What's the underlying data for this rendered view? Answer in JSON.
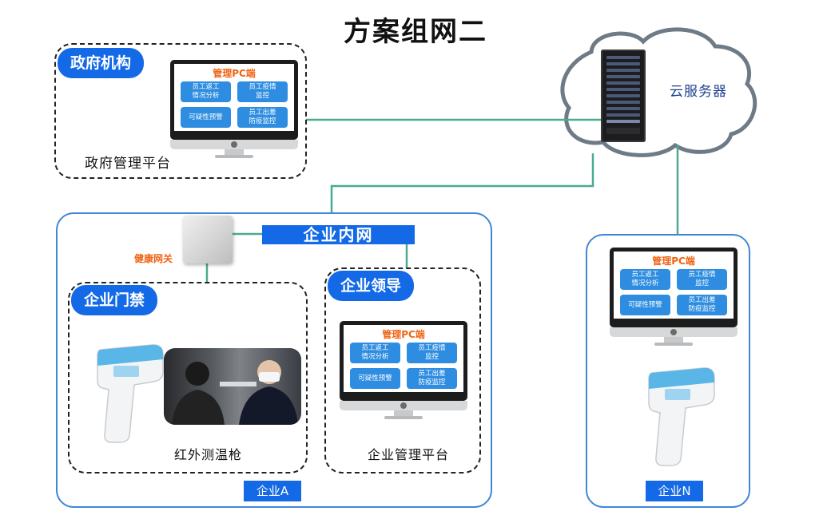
{
  "title": "方案组网二",
  "cloud": {
    "label": "云服务器"
  },
  "government": {
    "badge": "政府机构",
    "platform_label": "政府管理平台"
  },
  "monitor_screen": {
    "title": "管理PC端",
    "tiles": [
      "员工返工\n情况分析",
      "员工疫情\n监控",
      "可疑性预警",
      "员工出差\n防疫监控"
    ]
  },
  "enterprise_a": {
    "gateway_label": "健康网关",
    "intranet_label": "企业内网",
    "access": {
      "badge": "企业门禁",
      "caption": "红外测温枪"
    },
    "leader": {
      "badge": "企业领导",
      "platform_label": "企业管理平台"
    },
    "name_label": "企业A"
  },
  "enterprise_n": {
    "name_label": "企业N"
  },
  "colors": {
    "accent_blue": "#1469e6",
    "tile_blue": "#2e8de0",
    "wire_green": "#4aaa93",
    "orange": "#f06414"
  },
  "icons": [
    "cloud-icon",
    "server-rack-icon",
    "monitor-icon",
    "infrared-thermometer-icon",
    "health-gateway-icon",
    "temperature-check-photo"
  ]
}
